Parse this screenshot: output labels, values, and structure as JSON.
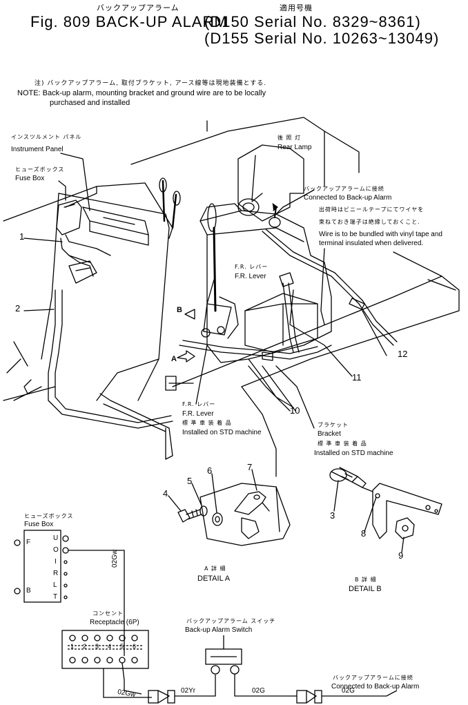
{
  "header": {
    "jp_title": "バックアップアラーム",
    "jp_applicable": "適用号機",
    "fig_title": "Fig. 809 BACK-UP ALARM",
    "serial_1": "(D150 Serial No. 8329~8361)",
    "serial_2": "(D155 Serial No. 10263~13049)"
  },
  "note": {
    "jp": "注) バックアップアラーム, 取付ブラケット, アース線等は現地装備とする.",
    "line1": "NOTE: Back-up alarm, mounting bracket and ground wire are to be locally",
    "line2": "purchased and installed"
  },
  "labels": {
    "instrument_jp": "インスツルメント パネル",
    "instrument_en": "Instrument Panel",
    "fusebox_jp": "ヒューズボックス",
    "fusebox_en": "Fuse Box",
    "rearlamp_jp": "後 照 灯",
    "rearlamp_en": "Rear Lamp",
    "connected_jp": "バックアップアラームに接続",
    "connected_en": "Connected to Back-up Alarm",
    "wire_jp1": "出荷時はビニールテープにてワイヤを",
    "wire_jp2": "束ねておき端子は絶縁しておくこと.",
    "wire_en1": "Wire is to be bundled with vinyl tape and",
    "wire_en2": "terminal insulated when delivered.",
    "frlever_jp": "F.R. レバー",
    "frlever_en": "F.R. Lever",
    "frlever2_jp": "F.R. レバー",
    "frlever2_en": "F.R. Lever",
    "std_jp": "標 準 車 装 着 品",
    "std_en": "Installed on STD machine",
    "bracket_jp": "ブラケット",
    "bracket_en": "Bracket",
    "std2_jp": "標 準 車 装 着 品",
    "std2_en": "Installed on STD machine",
    "detailA_jp": "A 詳 細",
    "detailA_en": "DETAIL A",
    "detailB_jp": "B 詳 細",
    "detailB_en": "DETAIL B",
    "fusebox2_jp": "ヒューズボックス",
    "fusebox2_en": "Fuse Box",
    "receptacle_jp": "コンセント",
    "receptacle_en": "Receptacle (6P)",
    "switch_jp": "バックアップアラーム スイッチ",
    "switch_en": "Back-up Alarm Switch",
    "connected2_jp": "バックアップアラームに接続",
    "connected2_en": "Connected to Back-up Alarm",
    "arrowA": "A",
    "arrowB": "B"
  },
  "callouts": [
    "1",
    "2",
    "3",
    "4",
    "5",
    "6",
    "7",
    "8",
    "9",
    "10",
    "11",
    "12"
  ],
  "fuse_terminals": [
    "U",
    "O",
    "I",
    "R",
    "L",
    "T"
  ],
  "fuse_side": [
    "F",
    "B"
  ],
  "receptacle_pins": [
    "1",
    "2",
    "3",
    "4",
    "5",
    "6"
  ],
  "wire_codes": {
    "fuse_wire": "02Gw",
    "rec_wire": "02Gw",
    "switch_wire": "02Yr",
    "alarm_wire": "02G",
    "alarm_wire2": "02G"
  }
}
